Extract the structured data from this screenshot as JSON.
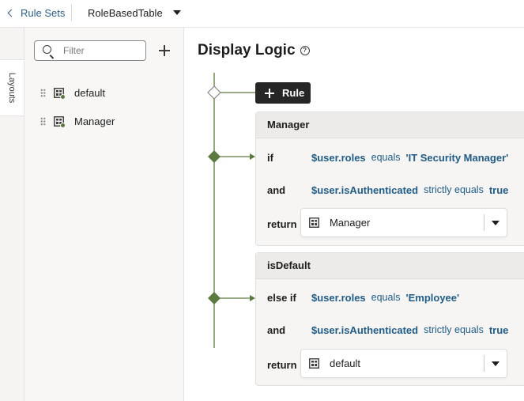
{
  "topbar": {
    "back_label": "Rule Sets",
    "table_name": "RoleBasedTable"
  },
  "side_tab": {
    "label": "Layouts"
  },
  "layouts_pane": {
    "filter_placeholder": "Filter",
    "items": [
      {
        "label": "default"
      },
      {
        "label": "Manager"
      }
    ]
  },
  "main": {
    "title": "Display Logic",
    "add_rule_label": "Rule",
    "rules": [
      {
        "name": "Manager",
        "conditions": [
          {
            "keyword": "if",
            "variable": "$user.roles",
            "operator": "equals",
            "value": "'IT Security Manager'"
          },
          {
            "keyword": "and",
            "variable": "$user.isAuthenticated",
            "operator": "strictly equals",
            "value": "true"
          }
        ],
        "return_keyword": "return",
        "return_value": "Manager"
      },
      {
        "name": "isDefault",
        "conditions": [
          {
            "keyword": "else if",
            "variable": "$user.roles",
            "operator": "equals",
            "value": "'Employee'"
          },
          {
            "keyword": "and",
            "variable": "$user.isAuthenticated",
            "operator": "strictly equals",
            "value": "true"
          }
        ],
        "return_keyword": "return",
        "return_value": "default"
      }
    ]
  },
  "colors": {
    "link_blue": "#1f5c8a",
    "flow_green": "#5c7a3f",
    "button_dark": "#262626"
  },
  "icons": [
    "chevron-left-icon",
    "caret-down-icon",
    "search-icon",
    "plus-icon",
    "drag-handle-icon",
    "layout-icon",
    "help-icon"
  ]
}
